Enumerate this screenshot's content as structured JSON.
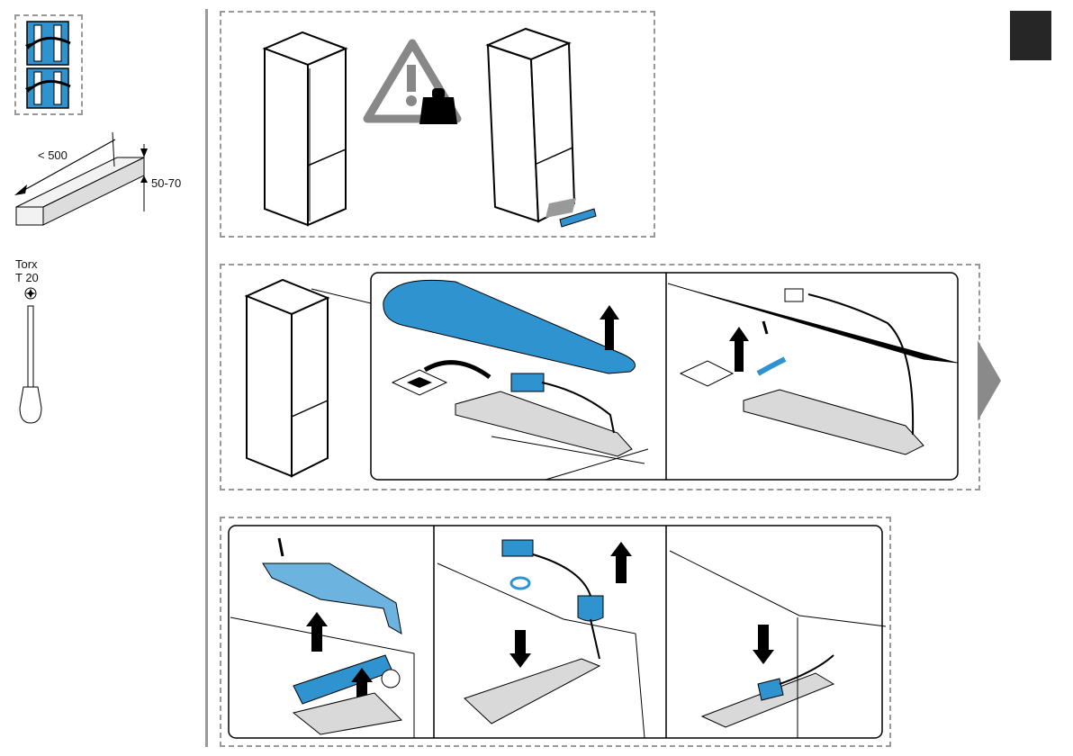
{
  "sidebar": {
    "dimension_width": "< 500",
    "dimension_height": "50-70",
    "tool_name": "Torx",
    "tool_size": "T 20"
  },
  "colors": {
    "accent_blue": "#2f93cf",
    "light_blue": "#6cb3df",
    "panel_border": "#999999",
    "dark_tab": "#262626",
    "grey_arrow": "#8a8a8a",
    "part_grey": "#d9d9d9"
  },
  "icons": [
    "door-reversal-icon",
    "warning-weight-icon",
    "torx-screwdriver-icon",
    "next-step-arrow-icon",
    "up-arrow-icon",
    "down-arrow-icon",
    "screw-icon",
    "connector-plug-icon"
  ]
}
